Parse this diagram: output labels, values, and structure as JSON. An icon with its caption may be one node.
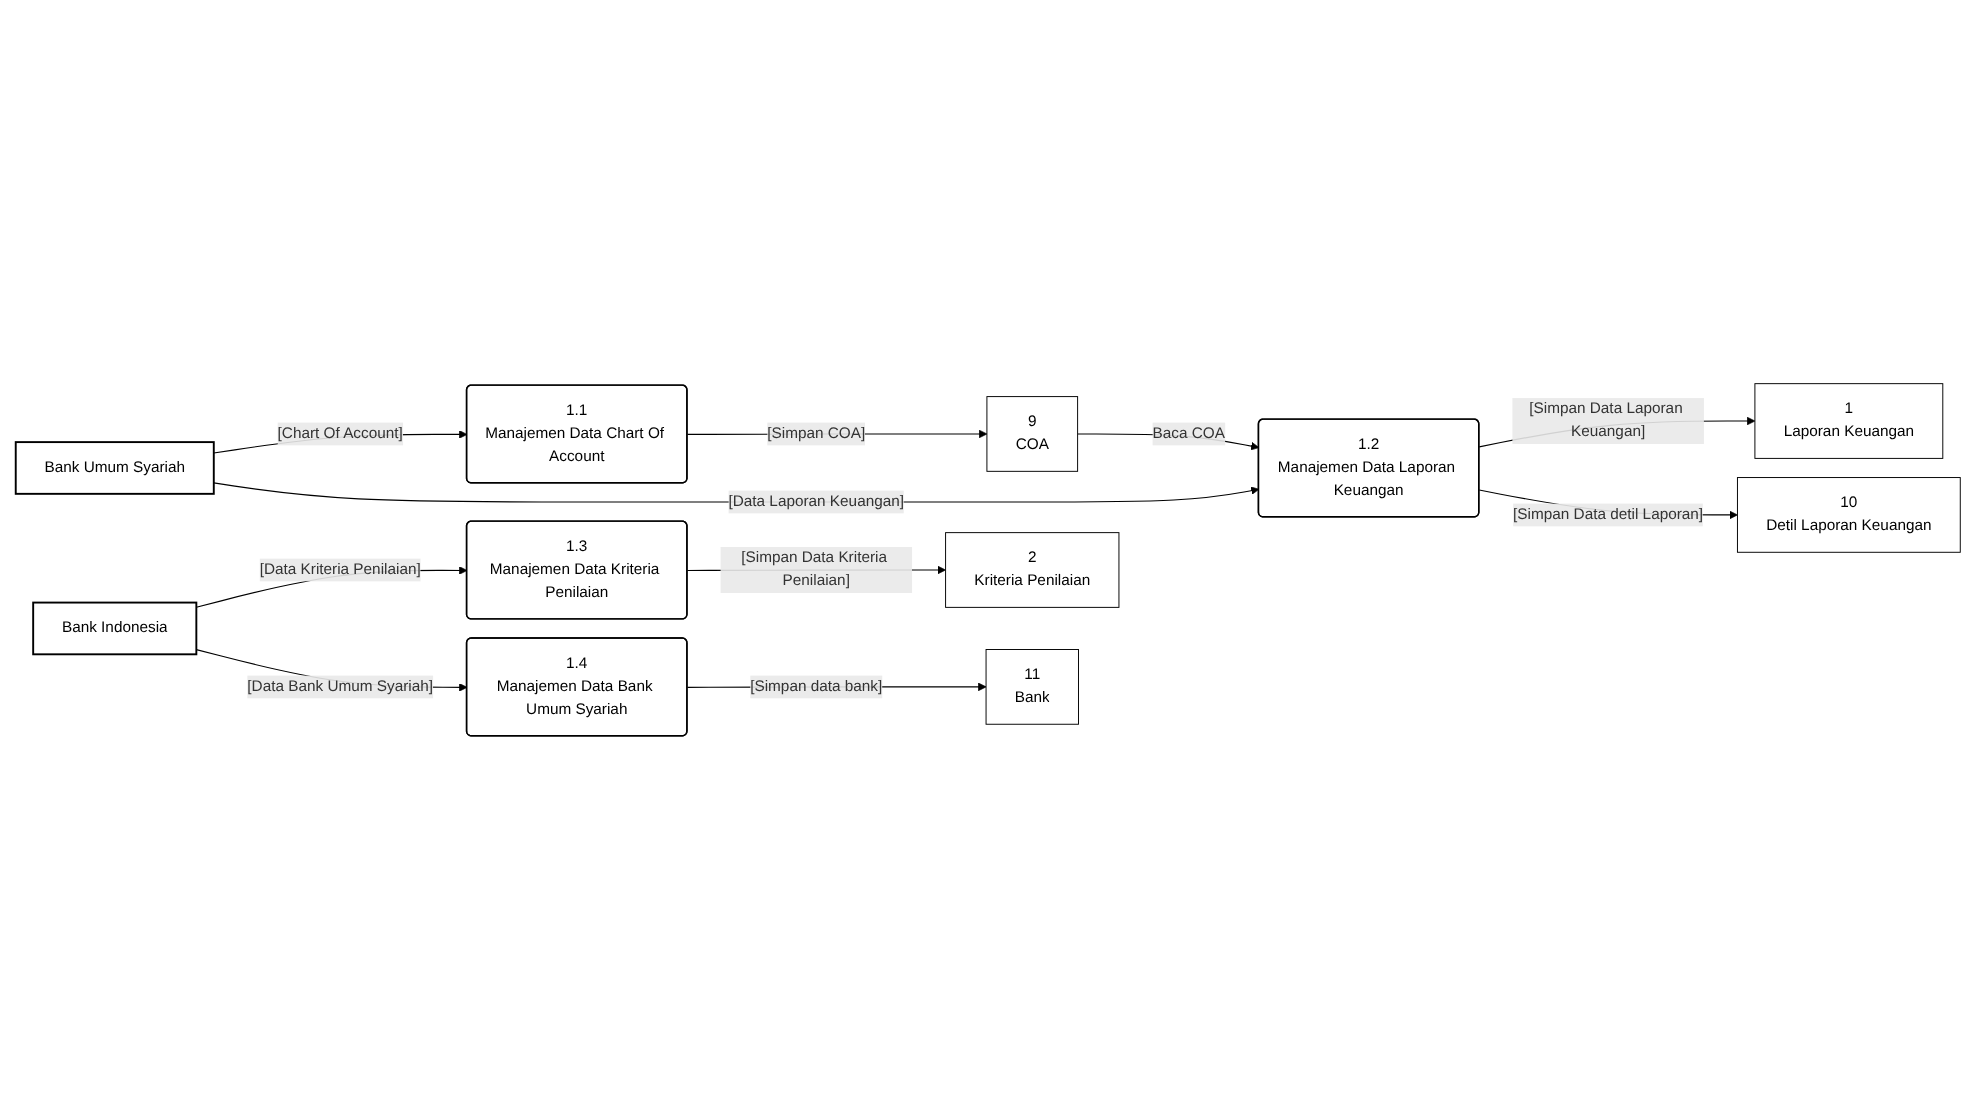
{
  "diagram": {
    "nodes": [
      {
        "text": [
          "1.1",
          "Manajemen Data Chart Of Account"
        ]
      },
      {
        "text": [
          "9",
          "COA"
        ]
      },
      {
        "text": [
          "1.2",
          "Manajemen Data Laporan Keuangan"
        ]
      },
      {
        "text": [
          "Bank Umum Syariah"
        ]
      },
      {
        "text": [
          "1",
          "Laporan Keuangan"
        ]
      },
      {
        "text": [
          "10",
          "Detil Laporan Keuangan"
        ]
      },
      {
        "text": [
          "Bank Indonesia"
        ]
      },
      {
        "text": [
          "1.3",
          "Manajemen Data Kriteria Penilaian"
        ]
      },
      {
        "text": [
          "2",
          "Kriteria Penilaian"
        ]
      },
      {
        "text": [
          "1.4",
          "Manajemen Data Bank Umum Syariah"
        ]
      },
      {
        "text": [
          "11",
          "Bank"
        ]
      }
    ],
    "edges": [
      {
        "from": 3,
        "to": 0,
        "arrow": "to",
        "label": "[Chart Of Account]"
      },
      {
        "from": 0,
        "to": 1,
        "arrow": "to",
        "label": "[Simpan COA]"
      },
      {
        "from": 1,
        "to": 2,
        "arrow": "to",
        "label": "Baca COA"
      },
      {
        "from": 3,
        "to": 2,
        "arrow": "to",
        "label": "[Data Laporan Keuangan]"
      },
      {
        "from": 2,
        "to": 4,
        "arrow": "to",
        "label": "[Simpan Data Laporan Keuangan]"
      },
      {
        "from": 2,
        "to": 5,
        "arrow": "to",
        "label": "[Simpan Data detil Laporan]"
      },
      {
        "from": 6,
        "to": 7,
        "arrow": "to",
        "label": "[Data Kriteria Penilaian]"
      },
      {
        "from": 7,
        "to": 8,
        "arrow": "to",
        "label": "[Simpan Data Kriteria Penilaian]"
      },
      {
        "from": 6,
        "to": 9,
        "arrow": "to",
        "label": "[Data Bank Umum Syariah]"
      },
      {
        "from": 9,
        "to": 10,
        "arrow": "to",
        "label": "[Simpan data bank]"
      }
    ]
  }
}
